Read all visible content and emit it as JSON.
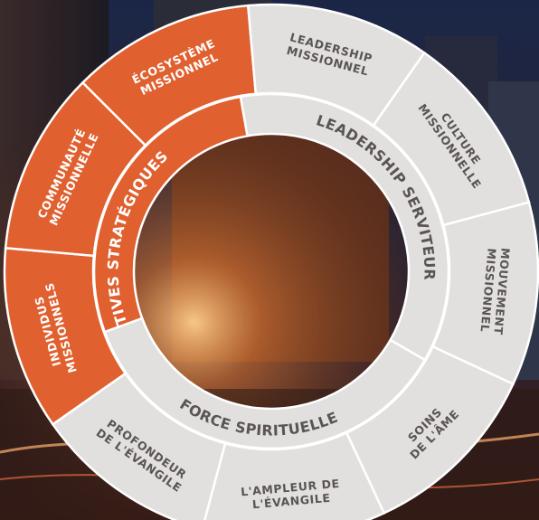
{
  "colors": {
    "orange": "#e0602f",
    "grey": "#e2e0df",
    "white_text": "#ffffff",
    "dark_text": "#5a5452",
    "divider": "#ffffff"
  },
  "outer_segments": [
    {
      "id": "ecosysteme",
      "lines": [
        "ÉCOSYSTÈME",
        "MISSIONNEL"
      ],
      "color": "orange"
    },
    {
      "id": "leadership-missionnel",
      "lines": [
        "LEADERSHIP",
        "MISSIONNEL"
      ],
      "color": "grey"
    },
    {
      "id": "culture",
      "lines": [
        "CULTURE",
        "MISSIONNELLE"
      ],
      "color": "grey"
    },
    {
      "id": "mouvement",
      "lines": [
        "MOUVEMENT",
        "MISSIONNEL"
      ],
      "color": "grey"
    },
    {
      "id": "soins",
      "lines": [
        "SOINS",
        "DE L'ÂME"
      ],
      "color": "grey"
    },
    {
      "id": "ampleur",
      "lines": [
        "L'AMPLEUR DE",
        "L'ÉVANGILE"
      ],
      "color": "grey"
    },
    {
      "id": "profondeur",
      "lines": [
        "PROFONDEUR",
        "DE L'ÉVANGILE"
      ],
      "color": "grey"
    },
    {
      "id": "individus",
      "lines": [
        "INDIVIDUS",
        "MISSIONNELS"
      ],
      "color": "orange"
    },
    {
      "id": "communaute",
      "lines": [
        "COMMUNAUTÉ",
        "MISSIONNELLE"
      ],
      "color": "orange"
    }
  ],
  "inner_segments": [
    {
      "id": "perspectives",
      "label": "PERSPECTIVES STRATÉGIQUES",
      "color": "orange"
    },
    {
      "id": "leadership-serviteur",
      "label": "LEADERSHIP SERVITEUR",
      "color": "grey"
    },
    {
      "id": "force",
      "label": "FORCE SPIRITUELLE",
      "color": "grey"
    }
  ]
}
